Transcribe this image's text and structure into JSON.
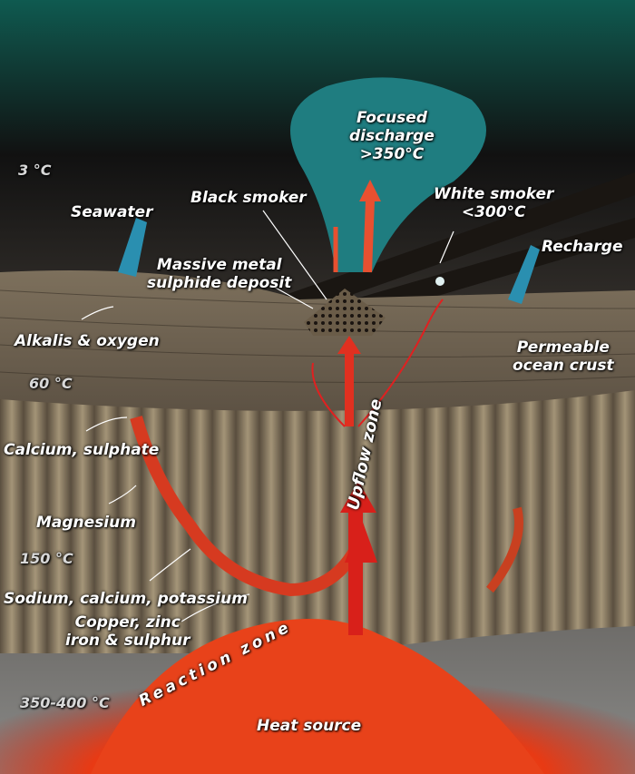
{
  "title": "Hydrothermal vent circulation",
  "labels": {
    "focused_discharge": [
      "Focused",
      "discharge",
      ">350°C"
    ],
    "black_smoker": "Black smoker",
    "white_smoker": [
      "White smoker",
      "<300°C"
    ],
    "seawater": "Seawater",
    "recharge": "Recharge",
    "massive_deposit": [
      "Massive metal",
      "sulphide deposit"
    ],
    "alkalis": "Alkalis & oxygen",
    "permeable": [
      "Permeable",
      "ocean crust"
    ],
    "calcium_sulphate": "Calcium, sulphate",
    "magnesium": "Magnesium",
    "upflow": "Upflow zone",
    "sodium": "Sodium, calcium, potassium",
    "copper": [
      "Copper, zinc",
      "iron & sulphur"
    ],
    "reaction_zone": "Reaction zone",
    "heat_source": "Heat source"
  },
  "temperatures": {
    "t1": "3 °C",
    "t2": "60 °C",
    "t3": "150 °C",
    "t4": "350-400 °C"
  },
  "colors": {
    "sea_top": "#0f5a50",
    "sea_dark": "#111111",
    "rock": "#8a7a62",
    "plume": "#1f7d80",
    "arrow": "#d8201a",
    "heat": "#f05a10"
  }
}
